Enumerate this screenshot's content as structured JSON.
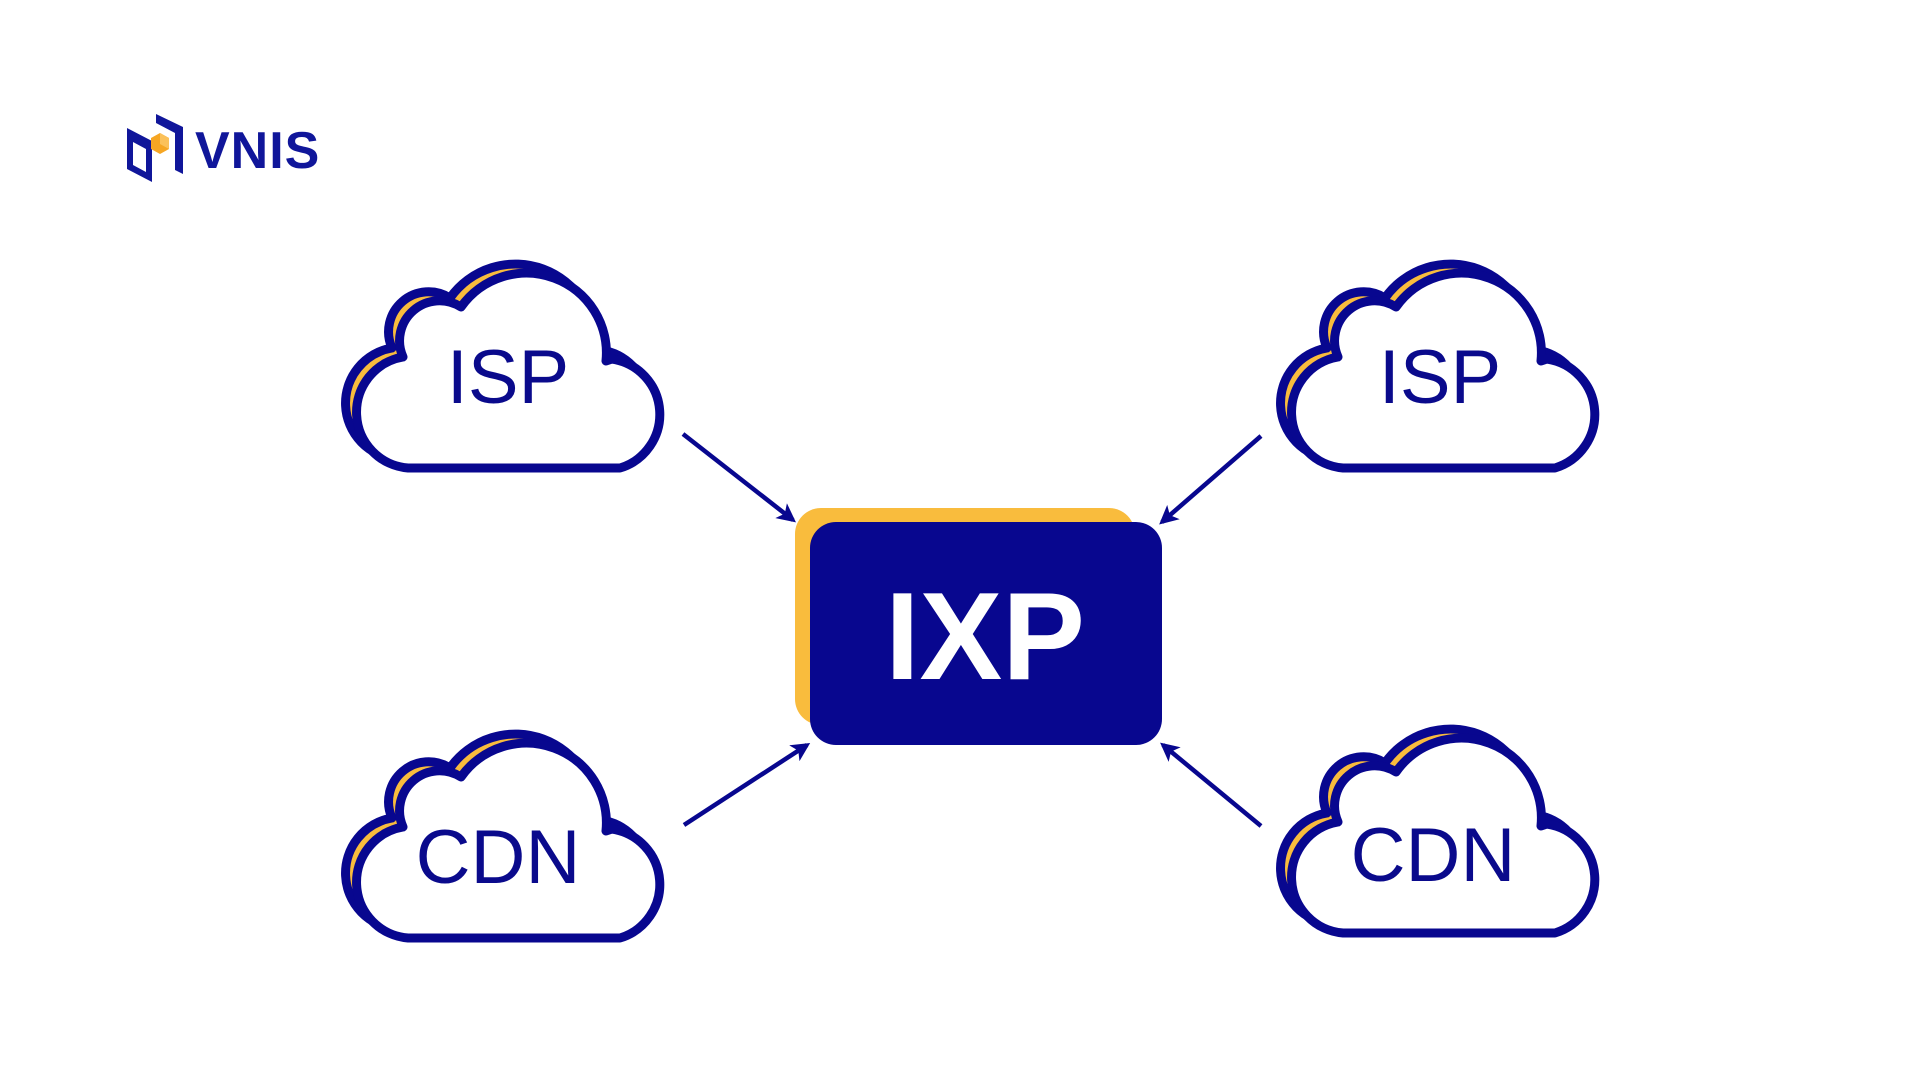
{
  "brand": {
    "name": "VNIS",
    "icon": "vnis-logo-icon"
  },
  "diagram": {
    "title": "IXP topology",
    "hub": {
      "label": "IXP",
      "fill": "#08078f",
      "accent": "#f9bc3d",
      "text_color": "#ffffff"
    },
    "nodes": [
      {
        "id": "isp-top-left",
        "label": "ISP",
        "type": "cloud",
        "position": "top-left"
      },
      {
        "id": "isp-top-right",
        "label": "ISP",
        "type": "cloud",
        "position": "top-right"
      },
      {
        "id": "cdn-bottom-left",
        "label": "CDN",
        "type": "cloud",
        "position": "bottom-left"
      },
      {
        "id": "cdn-bottom-right",
        "label": "CDN",
        "type": "cloud",
        "position": "bottom-right"
      }
    ],
    "edges": [
      {
        "from": "isp-top-left",
        "to": "IXP",
        "direction": "to-hub"
      },
      {
        "from": "isp-top-right",
        "to": "IXP",
        "direction": "to-hub"
      },
      {
        "from": "cdn-bottom-left",
        "to": "IXP",
        "direction": "to-hub"
      },
      {
        "from": "cdn-bottom-right",
        "to": "IXP",
        "direction": "to-hub"
      }
    ]
  },
  "colors": {
    "navy": "#08078f",
    "yellow": "#f9bc3d",
    "background": "#ffffff",
    "logo_orange": "#f6a623"
  }
}
